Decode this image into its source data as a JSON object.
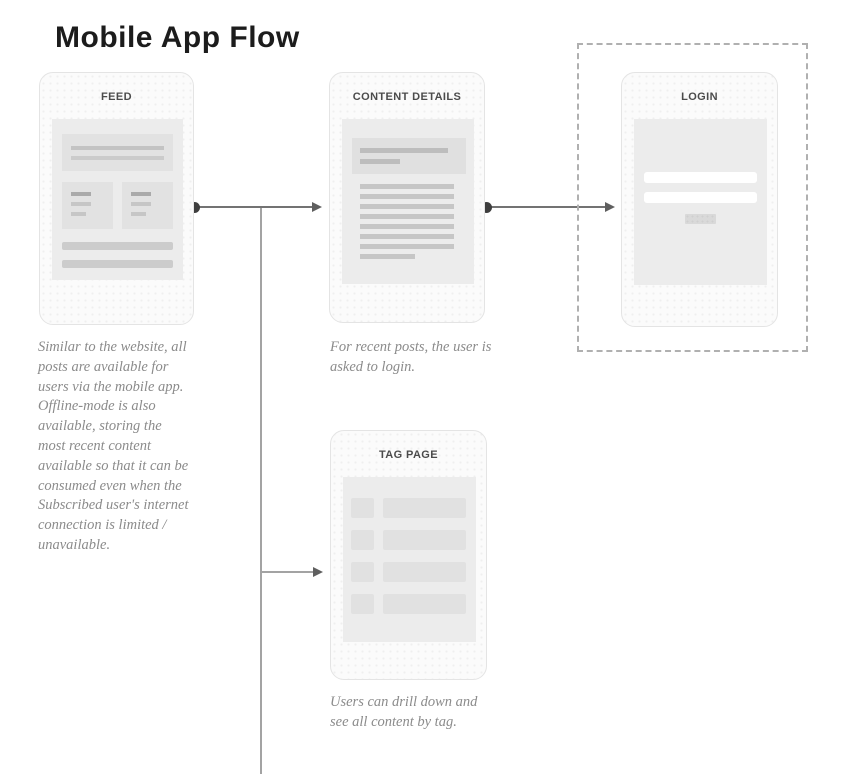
{
  "title": "Mobile App Flow",
  "nodes": {
    "feed": {
      "title": "FEED",
      "description": "Similar to the website, all\nposts are available for\nusers via the mobile app.\nOffline-mode is also\navailable, storing the\nmost recent content\navailable so that it can be\nconsumed even when the\nSubscribed user's internet\nconnection is limited /\nunavailable."
    },
    "content_details": {
      "title": "CONTENT DETAILS",
      "description": "For recent posts, the user is\nasked to login."
    },
    "login": {
      "title": "LOGIN"
    },
    "tag_page": {
      "title": "TAG PAGE",
      "description": "Users can drill down and\nsee all content by tag."
    }
  },
  "connections": [
    {
      "from": "feed",
      "to": "content_details"
    },
    {
      "from": "content_details",
      "to": "login"
    },
    {
      "from": "feed",
      "to": "tag_page"
    }
  ],
  "colors": {
    "page_bg": "#ffffff",
    "title_text": "#1c1c1c",
    "node_label": "#4b4b4b",
    "description_text": "#8b8b8b",
    "phone_bg": "#fbfbfb",
    "phone_border": "#e4e4e4",
    "screen_bg": "#ececec",
    "block_bg": "#e2e2e2",
    "bar_dark": "#aaaaaa",
    "bar_mid": "#c6c6c6",
    "bar_light": "#cccccc",
    "input_bg": "#ffffff",
    "button_bg": "#d9d9d9",
    "connector_line": "#737373",
    "branch_line": "#a3a3a3",
    "connector_dot": "#3e3e3e",
    "dashed_frame": "#b0b0b0"
  }
}
